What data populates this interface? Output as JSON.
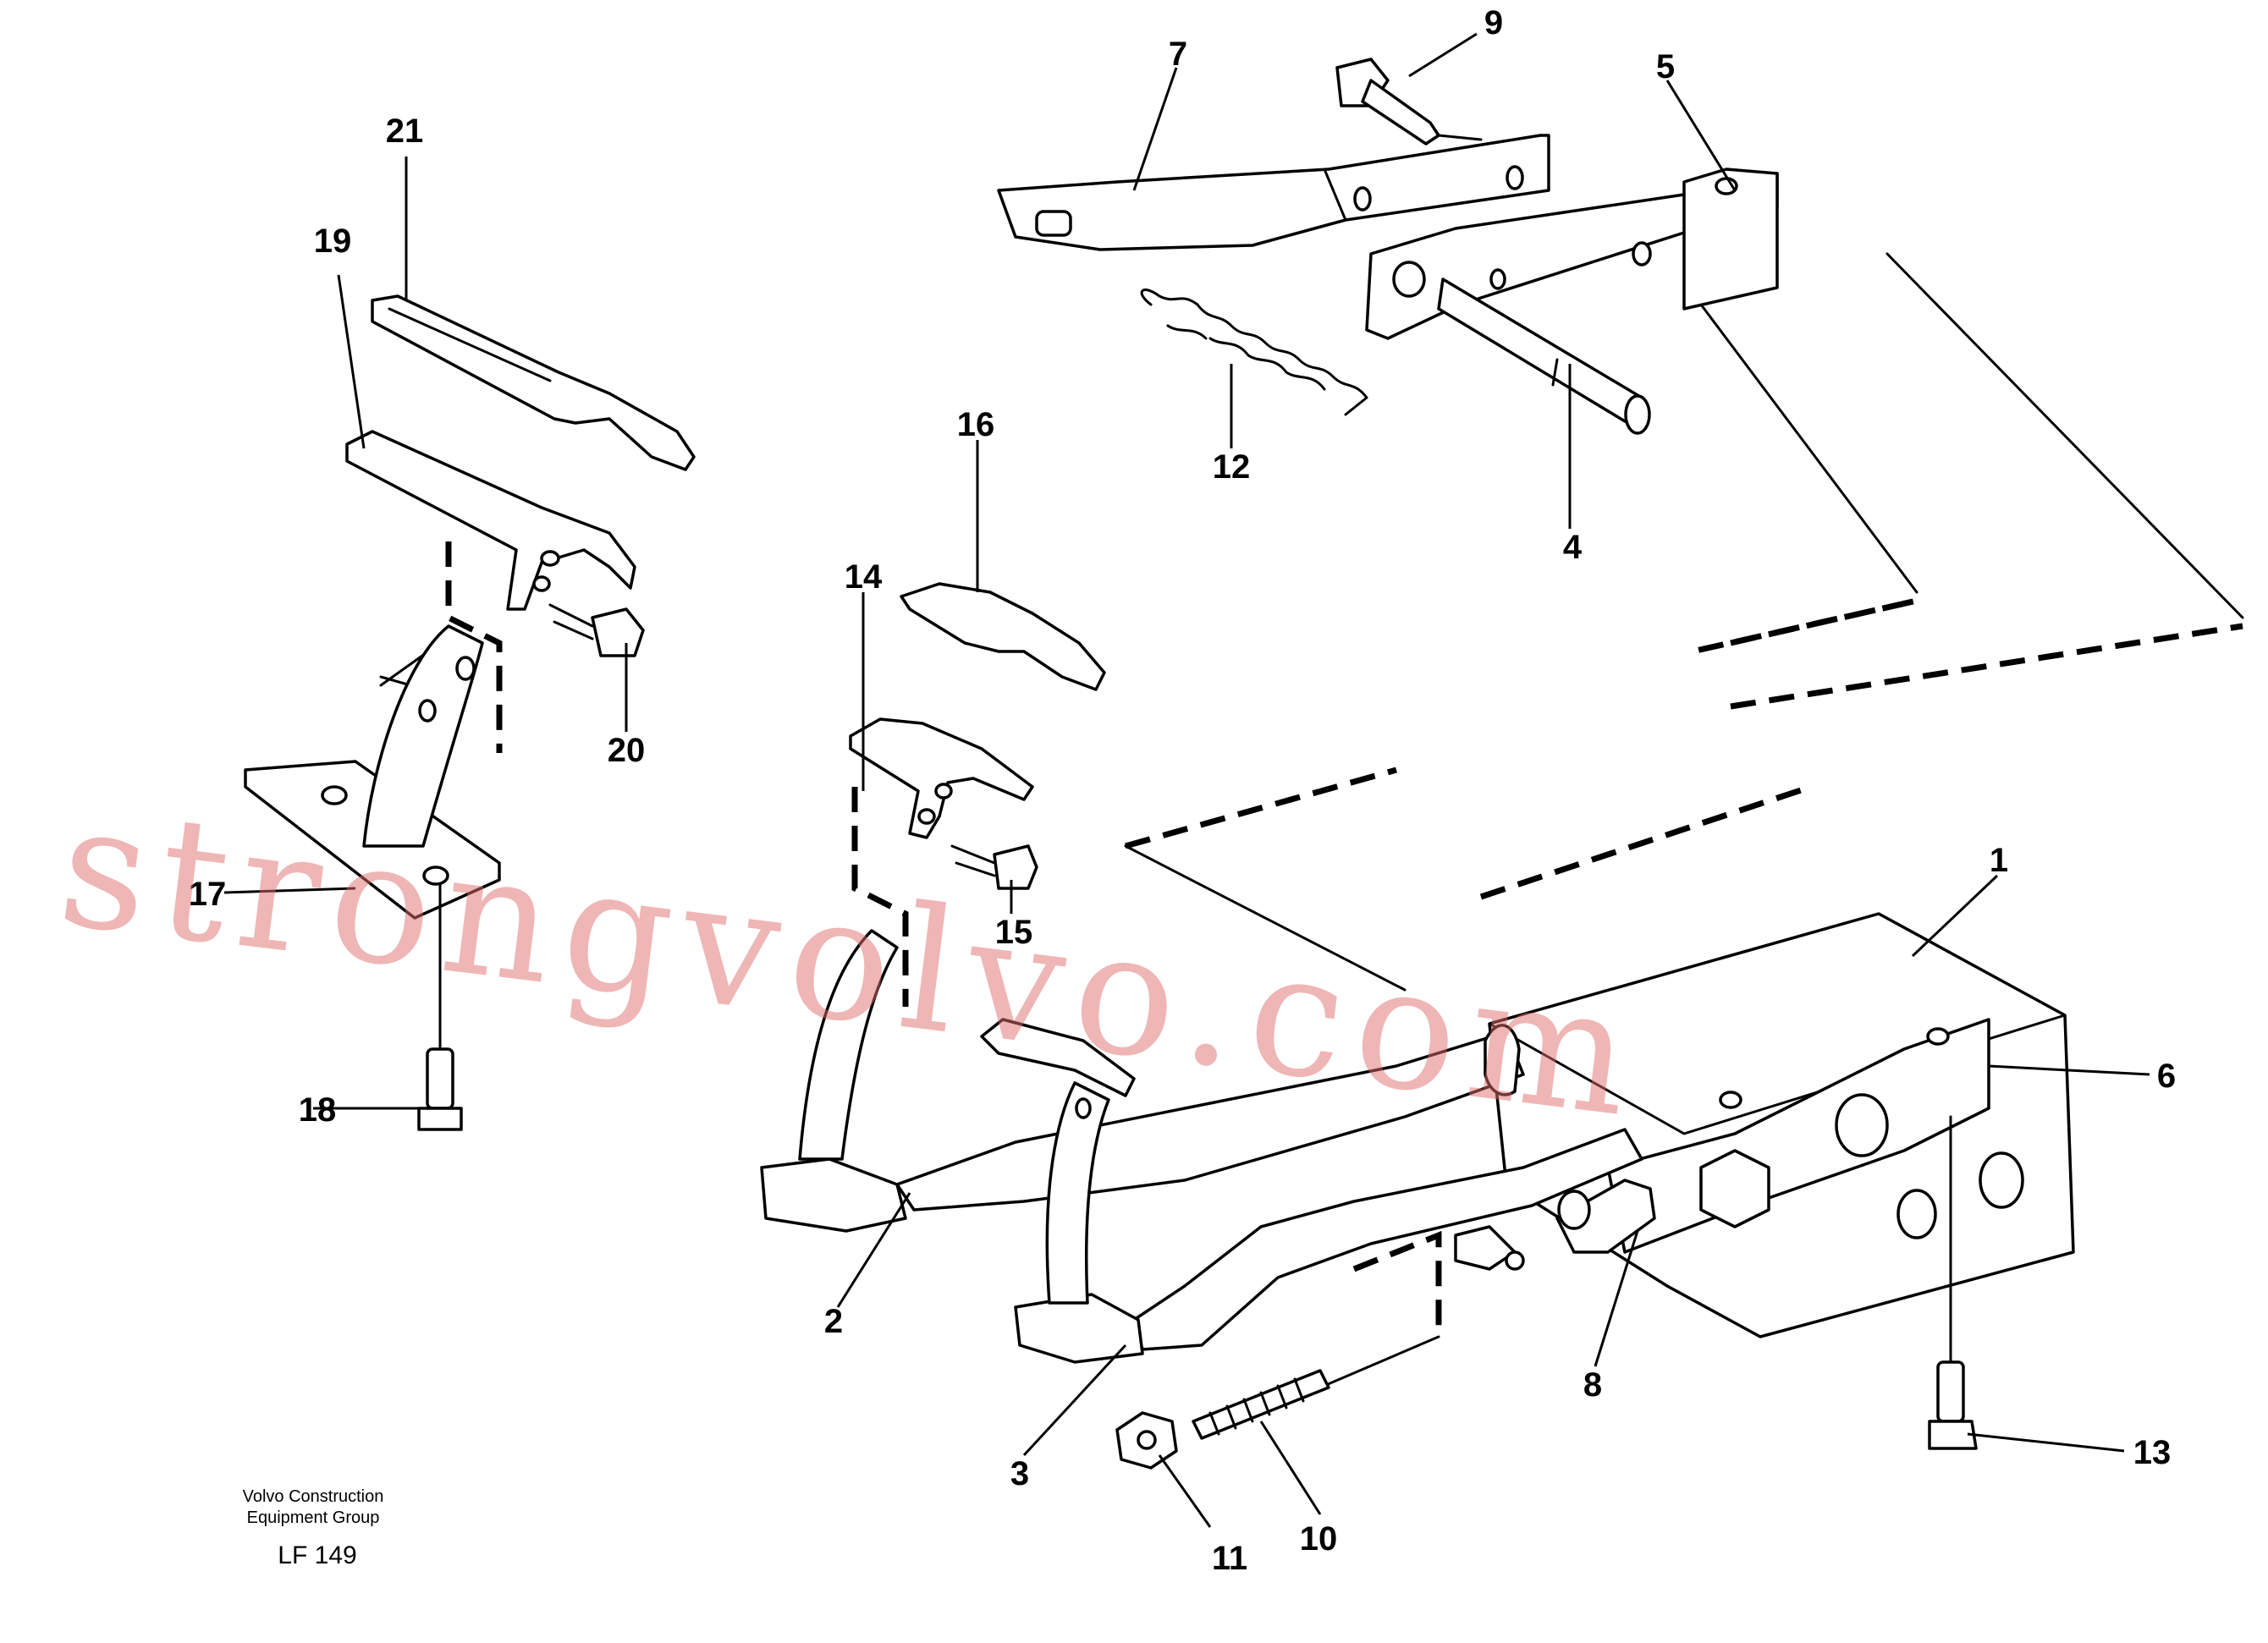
{
  "callouts": {
    "c1": "1",
    "c2": "2",
    "c3": "3",
    "c4": "4",
    "c5": "5",
    "c6": "6",
    "c7": "7",
    "c8": "8",
    "c9": "9",
    "c10": "10",
    "c11": "11",
    "c12": "12",
    "c13": "13",
    "c14": "14",
    "c15": "15",
    "c16": "16",
    "c17": "17",
    "c18": "18",
    "c19": "19",
    "c20": "20",
    "c21": "21"
  },
  "credit": {
    "line1": "Volvo Construction",
    "line2": "Equipment Group",
    "code": "LF 149"
  },
  "watermark": "strongvolvo.com",
  "colors": {
    "line": "#000000",
    "watermark": "#e06e6e",
    "background": "#ffffff"
  }
}
